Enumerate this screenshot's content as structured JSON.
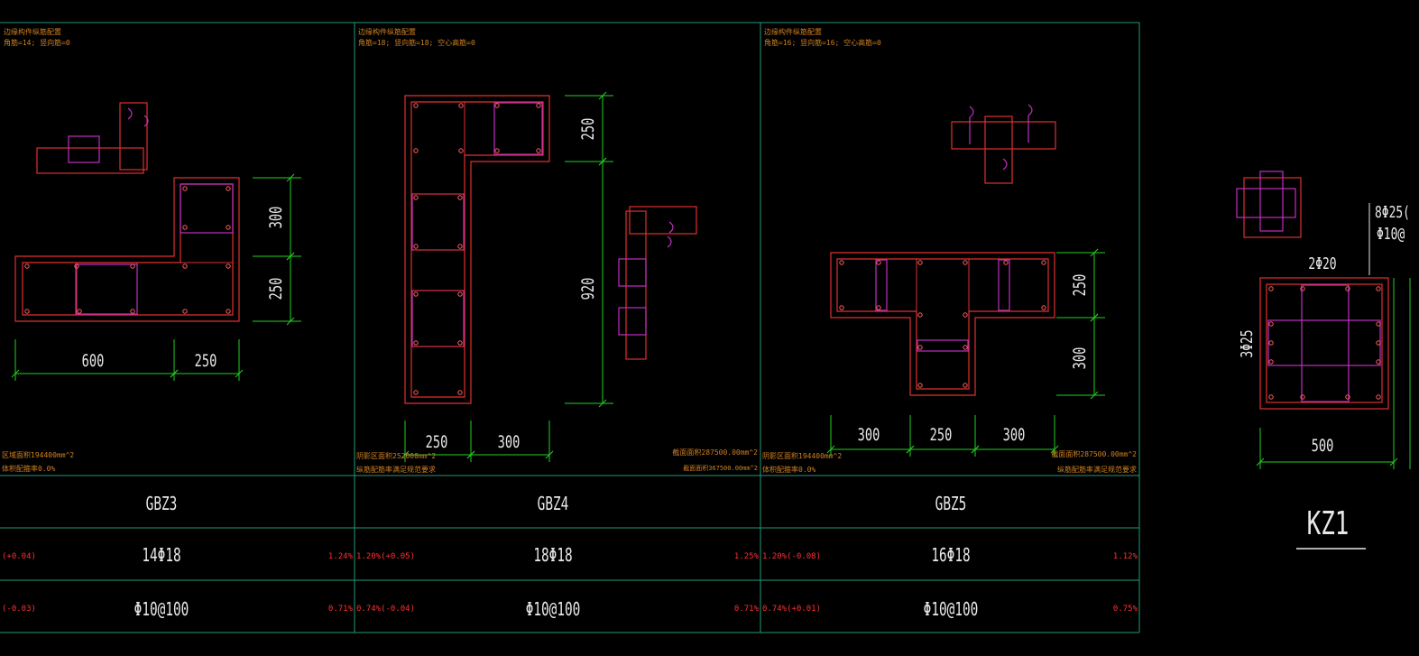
{
  "colors": {
    "background": "#000000",
    "frame": "#1f9a7a",
    "concrete": "#e03030",
    "rebar": "#e03030",
    "stirrup_inner": "#c030c0",
    "dimension": "#22d022",
    "text_white": "#e8e8e8",
    "note_orange": "#d08020",
    "ratio_red": "#ff3030"
  },
  "panels": [
    {
      "id": "GBZ3",
      "name": "GBZ3",
      "top_note": [
        "边缘构件纵筋配置",
        "角筋=14; 竖向筋=0"
      ],
      "bottom_notes": [
        "区域面积194400mm^2",
        "体积配箍率0.0%"
      ],
      "dims_horizontal": [
        "600",
        "250"
      ],
      "dims_vertical": [
        "300",
        "250"
      ],
      "longitudinal": "14Φ18",
      "longitudinal_left": "(+0.04)",
      "longitudinal_right": "1.24%",
      "stirrup": "Φ10@100",
      "stirrup_left": "(-0.03)",
      "stirrup_right": "0.71%"
    },
    {
      "id": "GBZ4",
      "name": "GBZ4",
      "top_note": [
        "边缘构件纵筋配置",
        "角筋=18; 竖向筋=18; 空心高筋=0"
      ],
      "bottom_notes": [
        "截面面积287500.00mm^2",
        "阴影区面积252000mm^2",
        "纵筋配筋率满足规范要求"
      ],
      "dims_horizontal": [
        "250",
        "300"
      ],
      "dims_vertical": [
        "250",
        "920"
      ],
      "longitudinal": "18Φ18",
      "longitudinal_left": "1.20%(+0.05)",
      "longitudinal_right": "1.25%",
      "stirrup": "Φ10@100",
      "stirrup_left": "0.74%(-0.04)",
      "stirrup_right": "0.71%"
    },
    {
      "id": "GBZ5",
      "name": "GBZ5",
      "top_note": [
        "边缘构件纵筋配置",
        "角筋=16; 竖向筋=16; 空心高筋=0"
      ],
      "bottom_notes": [
        "截面面积367500.00mm^2",
        "阴影区面积194400mm^2",
        "体积配箍率0.0%"
      ],
      "dims_horizontal": [
        "300",
        "250",
        "300"
      ],
      "dims_vertical": [
        "250",
        "300"
      ],
      "longitudinal": "16Φ18",
      "longitudinal_left": "1.20%(-0.08)",
      "longitudinal_right": "1.12%",
      "stirrup": "Φ10@100",
      "stirrup_left": "0.74%(+0.01)",
      "stirrup_right": "0.75%"
    }
  ],
  "right_notes": [
    "截面面积287500.00mm^2",
    "纵筋配筋率满足规范要求"
  ],
  "kz1": {
    "name": "KZ1",
    "main_bars": "8Φ25(",
    "stirrup": "Φ10@",
    "top_bars": "2Φ20",
    "side_bars": "3Φ25",
    "width": "500"
  }
}
